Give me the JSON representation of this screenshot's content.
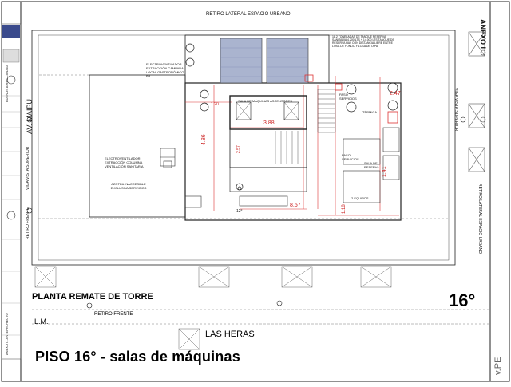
{
  "sheet": {
    "title_bottom": "PISO 16° - salas de máquinas",
    "floor_number": "16°",
    "plan_title": "PLANTA REMATE DE TORRE",
    "street_bottom": "LAS HERAS",
    "street_left": "AV. MAIPÚ",
    "lm_label": "L.M.",
    "anexo": "ANEXO I",
    "retiro_top": "RETIRO LATERAL ESPACIO URBANO",
    "retiro_right": "RETIRO LATERAL ESPACIO URBANO",
    "retiro_frente_left": "RETIRO FRENTE",
    "retiro_frente_bottom": "RETIRO FRENTE",
    "viga_left": "VIGA VISTA SUPERIOR",
    "viga_right": "VIGA VISTA SUPERIOR",
    "corner_text": "v.PE"
  },
  "rooms": {
    "sala_maquinas": "SALA DE MÁQUINAS ASCENSORES",
    "azotea": "AZOTEA INACCESIBLE EXCLUSIVA SERVICIOS",
    "paso_servicios_top": "PASO SERVICIOS",
    "paso_servicios_mid": "PASO SERVICIOS",
    "sala_reserva": "SALA DE RESERVA",
    "termica": "TÉRMICA"
  },
  "notes": {
    "electro_top": "ELECTROVENTILADOR EXTRACCIÓN CAMPANA LOCAL GASTRONÓMICO PB",
    "electro_mid": "ELECTROVENTILADOR EXTRACCIÓN COLUMNA VENTILACIÓN SANITARIA",
    "tanque": "18,2 TONELADAS DE TANQUE RESERVA SANITARIA 4.200 LTS + 14.000 LTS TANQUE DE RESERVA HAY CON DISTANCIA LIBRE ENTRE LOSA DE FONDO Y LOSA DE TAPA",
    "equipos": "2 EQUIPOS"
  },
  "dimensions": {
    "d1": "3.88",
    "d2": "4.86",
    "d3": "8.57",
    "d4": "2.47",
    "d5": "1.41",
    "d6": "1.18",
    "d7": "1.20",
    "d8": "2.57",
    "d9": "12°"
  },
  "title_block": {
    "line1": "BUENOS AIRES CIUDAD",
    "line2": "ANEXO I - ANTEPROYECTO"
  }
}
